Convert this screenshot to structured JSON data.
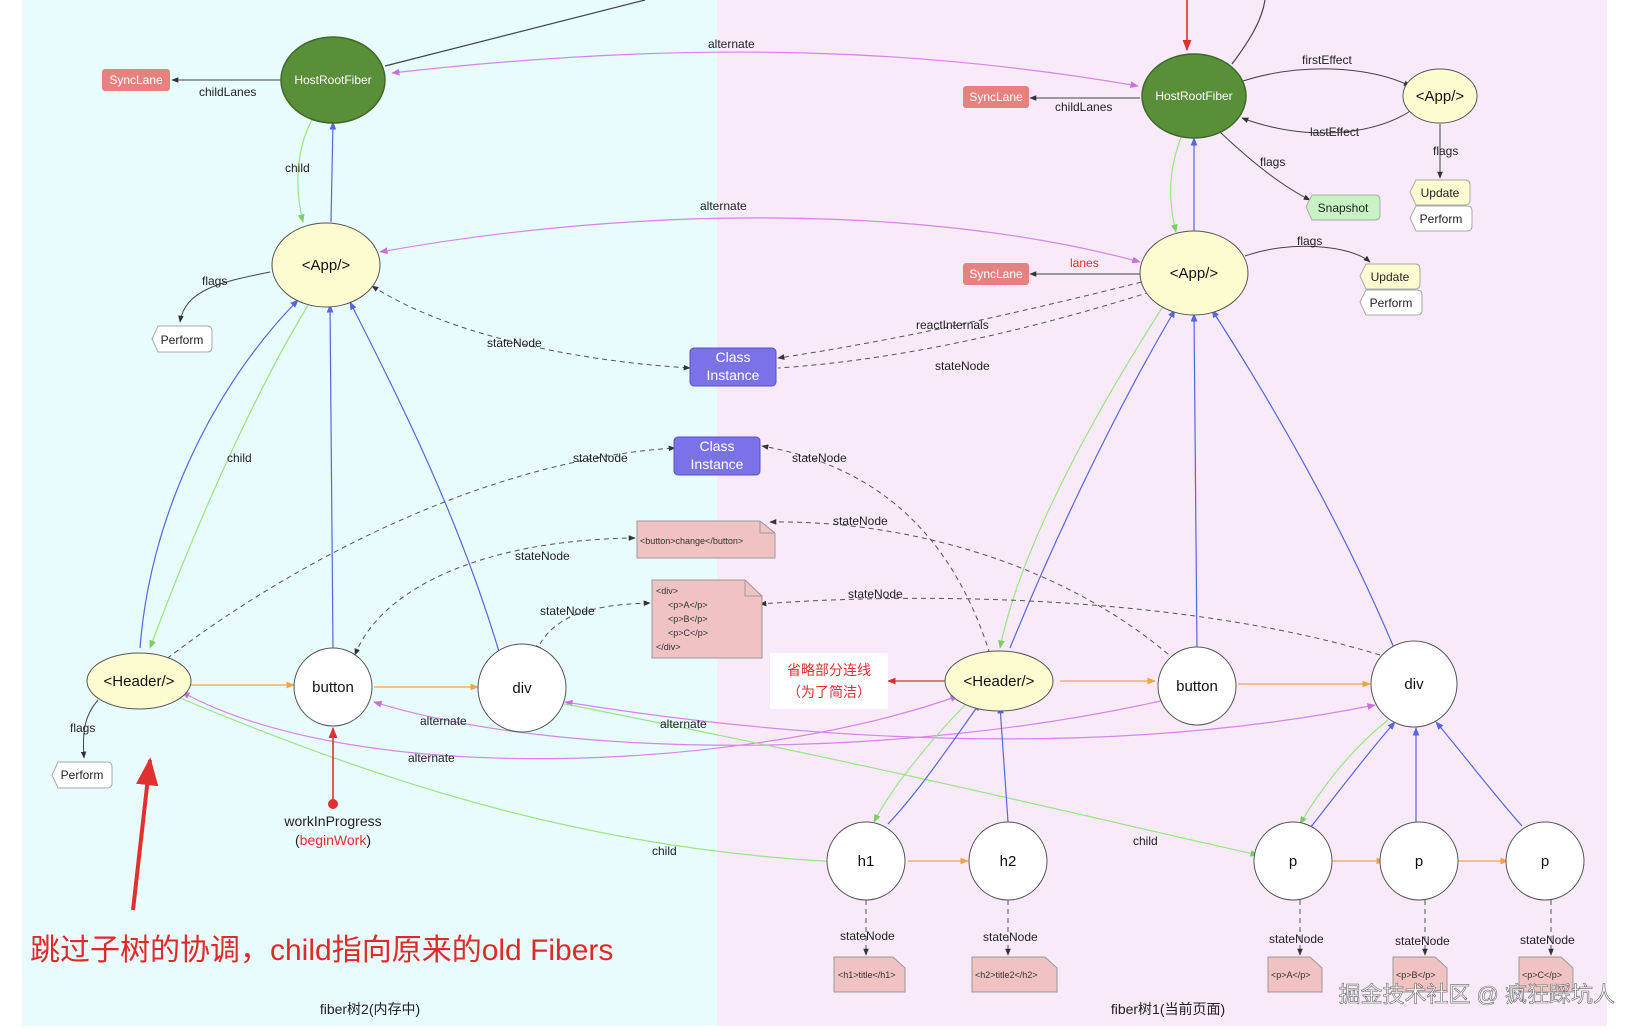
{
  "left_panel": {
    "bg": "#e8fbfd",
    "caption": "fiber树2(内存中)"
  },
  "right_panel": {
    "bg": "#f8eaf9",
    "caption": "fiber树1(当前页面)"
  },
  "colors": {
    "child": "#99e685",
    "return": "#5566e0",
    "alternate": "#d685e8",
    "sibling": "#f0a44a",
    "statenode": "#555555",
    "red": "#e03030"
  },
  "nodes": {
    "host_left": "HostRootFiber",
    "host_right": "HostRootFiber",
    "app_left": "<App/>",
    "app_right": "<App/>",
    "app_top_right": "<App/>",
    "header_left": "<Header/>",
    "header_right": "<Header/>",
    "button_left": "button",
    "button_right": "button",
    "div_left": "div",
    "div_right": "div",
    "h1": "h1",
    "h2": "h2",
    "p1": "p",
    "p2": "p",
    "p3": "p"
  },
  "tags": {
    "synclane_left": "SyncLane",
    "synclane_right": "SyncLane",
    "synclane_app_right": "SyncLane",
    "class_instance_1": [
      "Class",
      "Instance"
    ],
    "class_instance_2": [
      "Class",
      "Instance"
    ]
  },
  "chips": {
    "perform_app_left": "Perform",
    "perform_header_left": "Perform",
    "update_top": "Update",
    "perform_top": "Perform",
    "update_app": "Update",
    "perform_app": "Perform",
    "snapshot": "Snapshot"
  },
  "docs": {
    "button_doc": [
      "<button>change</button>"
    ],
    "div_doc": [
      "<div>",
      "<p>A</p>",
      "<p>B</p>",
      "<p>C</p>",
      "</div>"
    ],
    "h1_doc": [
      "<h1>title</h1>"
    ],
    "h2_doc": [
      "<h2>title2</h2>"
    ],
    "pA_doc": [
      "<p>A</p>"
    ],
    "pB_doc": [
      "<p>B</p>"
    ],
    "pC_doc": [
      "<p>C</p>"
    ]
  },
  "edge_labels": {
    "alternate_top": "alternate",
    "alternate_app": "alternate",
    "alternate_div": "alternate",
    "alternate_div2": "alternate",
    "alternate_header": "alternate",
    "childlanes_left": "childLanes",
    "childlanes_right": "childLanes",
    "child_host_left": "child",
    "child_app_left": "child",
    "child_header_h1": "child",
    "child_header_p": "child",
    "flags_app_left": "flags",
    "flags_header_left": "flags",
    "flags_host_right": "flags",
    "flags_app_right": "flags",
    "flags_app_top_right": "flags",
    "firsteffect": "firstEffect",
    "lasteffect": "lastEffect",
    "lanes": "lanes",
    "reactinternals": "reactInternals",
    "statenode_app_left": "stateNode",
    "statenode_app_right": "stateNode",
    "statenode_header_left": "stateNode",
    "statenode_header_right": "stateNode",
    "statenode_button_left": "stateNode",
    "statenode_button_right": "stateNode",
    "statenode_div_left": "stateNode",
    "statenode_div_right": "stateNode",
    "statenode_h1": "stateNode",
    "statenode_h2": "stateNode",
    "statenode_p1": "stateNode",
    "statenode_p2": "stateNode",
    "statenode_p3": "stateNode"
  },
  "annotations": {
    "wip_label": "workInProgress",
    "wip_sub_open": "(",
    "wip_sub_fn": "beginWork",
    "wip_sub_close": ")",
    "omit_note_1": "省略部分连线",
    "omit_note_2": "（为了简洁）",
    "skip_note": "跳过子树的协调，child指向原来的old Fibers",
    "watermark": "掘金技术社区 @ 疯狂踩坑人"
  }
}
